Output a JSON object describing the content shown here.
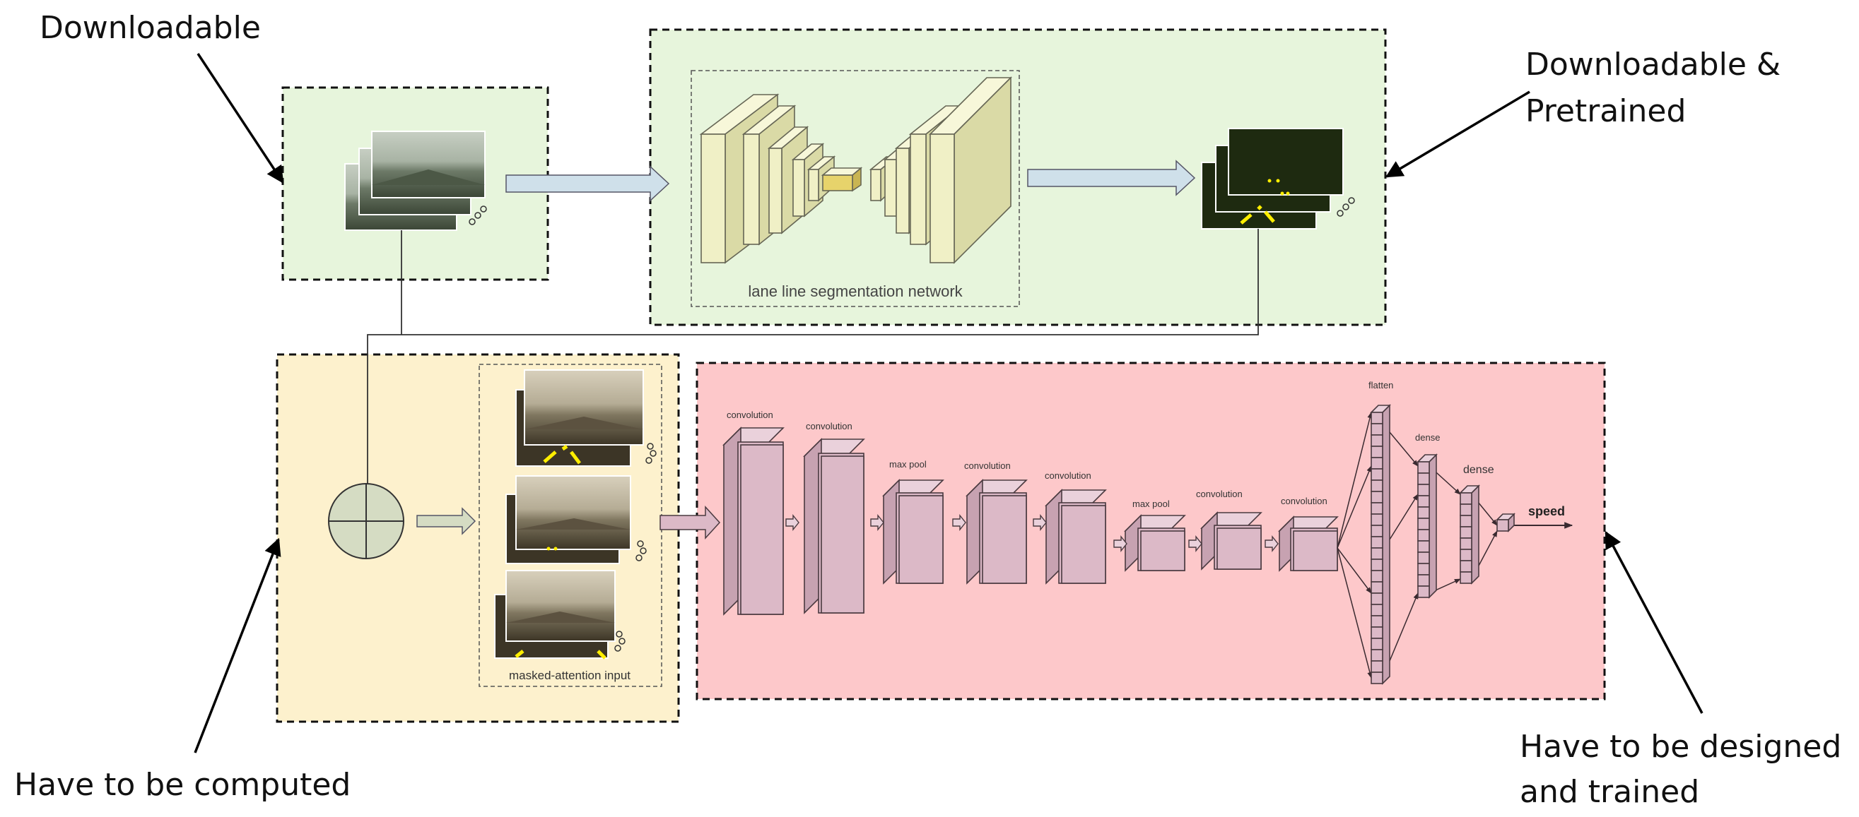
{
  "callouts": {
    "top_left": "Downloadable",
    "top_right_line1": "Downloadable &",
    "top_right_line2": "Pretrained",
    "bottom_left": "Have to be computed",
    "bottom_right_line1": "Have to be designed",
    "bottom_right_line2": "and trained"
  },
  "segmentation": {
    "caption": "lane line segmentation network"
  },
  "attention": {
    "caption": "masked-attention input"
  },
  "cnn": {
    "layers": [
      {
        "label": "convolution"
      },
      {
        "label": "convolution"
      },
      {
        "label": "max pool"
      },
      {
        "label": "convolution"
      },
      {
        "label": "convolution"
      },
      {
        "label": "max pool"
      },
      {
        "label": "convolution"
      },
      {
        "label": "convolution"
      }
    ],
    "flatten": "flatten",
    "dense1": "dense",
    "dense2": "dense",
    "output": "speed"
  },
  "colors": {
    "green_region": "#e7f5dc",
    "yellow_region": "#fdf1cd",
    "pink_region": "#fdc8ca",
    "arrow_fill": "#cfe0ea",
    "circle_fill": "#d5dcc3",
    "lane_yellow": "#ffee00",
    "dark_frame": "#1e2a10"
  }
}
